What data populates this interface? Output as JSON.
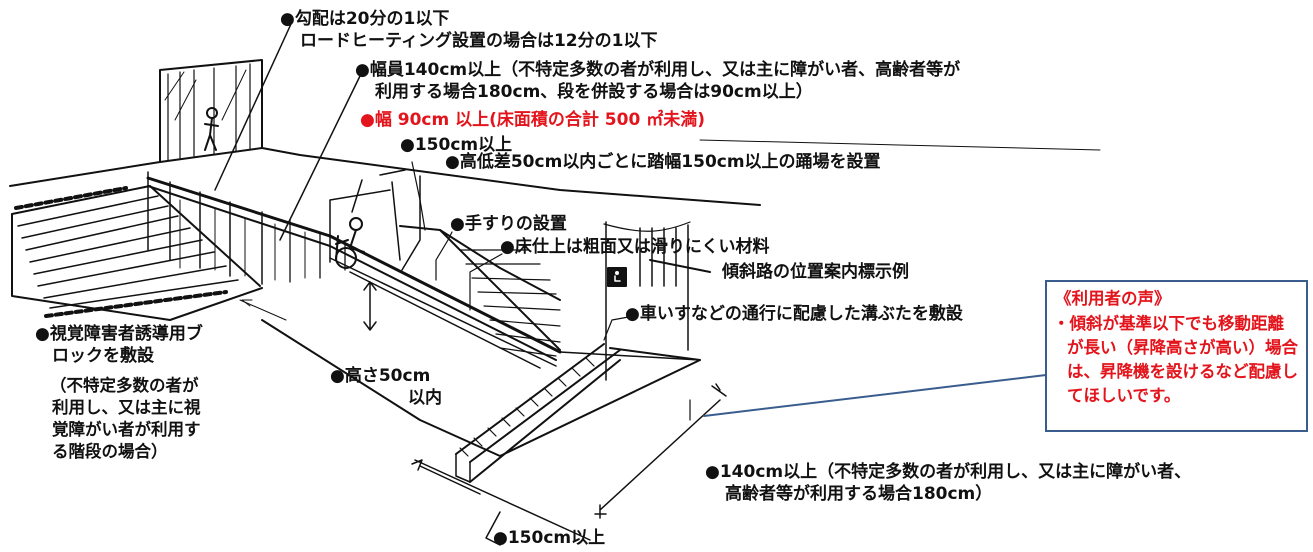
{
  "labels": {
    "gradient": "●勾配は20分の1以下",
    "gradient_heating": "ロードヒーティング設置の場合は12分の1以下",
    "width_line1": "●幅員140cm以上（不特定多数の者が利用し、又は主に障がい者、高齢者等が",
    "width_line2": "利用する場合180cm、段を併設する場合は90cm以上）",
    "width_red": "●幅 90cm 以上(床面積の合計 500 ㎡未満)",
    "landing_150": "●150cm以上",
    "landing_rule": "●高低差50cm以内ごとに踏幅150cm以上の踊場を設置",
    "handrail": "●手すりの設置",
    "floor_finish": "●床仕上は粗面又は滑りにくい材料",
    "sign_example": "傾斜路の位置案内標示例",
    "drain_cover": "●車いすなどの通行に配慮した溝ぶたを敷設",
    "tactile_line1": "●視覚障害者誘導用ブ",
    "tactile_line2": "ロックを敷設",
    "tactile_note1": "（不特定多数の者が",
    "tactile_note2": "利用し、又は主に視",
    "tactile_note3": "覚障がい者が利用す",
    "tactile_note4": "る階段の場合）",
    "height_line1": "●高さ50cm",
    "height_line2": "以内",
    "bottom_width_line1": "●140cm以上（不特定多数の者が利用し、又は主に障がい者、",
    "bottom_width_line2": "高齢者等が利用する場合180cm）",
    "bottom_150": "●150cm以上"
  },
  "user_voice": {
    "title": "《利用者の声》",
    "text": "・傾斜が基準以下でも移動距離が長い（昇降高さが高い）場合は、昇降機を設けるなど配慮してほしいです。"
  },
  "colors": {
    "text": "#111111",
    "highlight": "#e3141b",
    "callout_border": "#3a5d8f"
  },
  "icons": {
    "wheelchair_sign": "wheelchair-icon"
  }
}
